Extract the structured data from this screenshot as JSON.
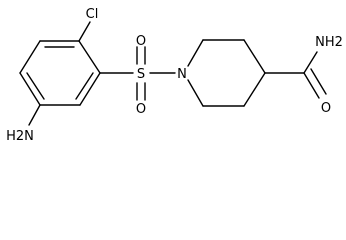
{
  "molecule": {
    "atoms": {
      "chlorine": "Cl",
      "amine": "H2N",
      "sulfur": "S",
      "sulfonyl_oxygen_top": "O",
      "sulfonyl_oxygen_bottom": "O",
      "ring_nitrogen": "N",
      "amide_nitrogen": "NH2",
      "amide_oxygen": "O"
    }
  }
}
